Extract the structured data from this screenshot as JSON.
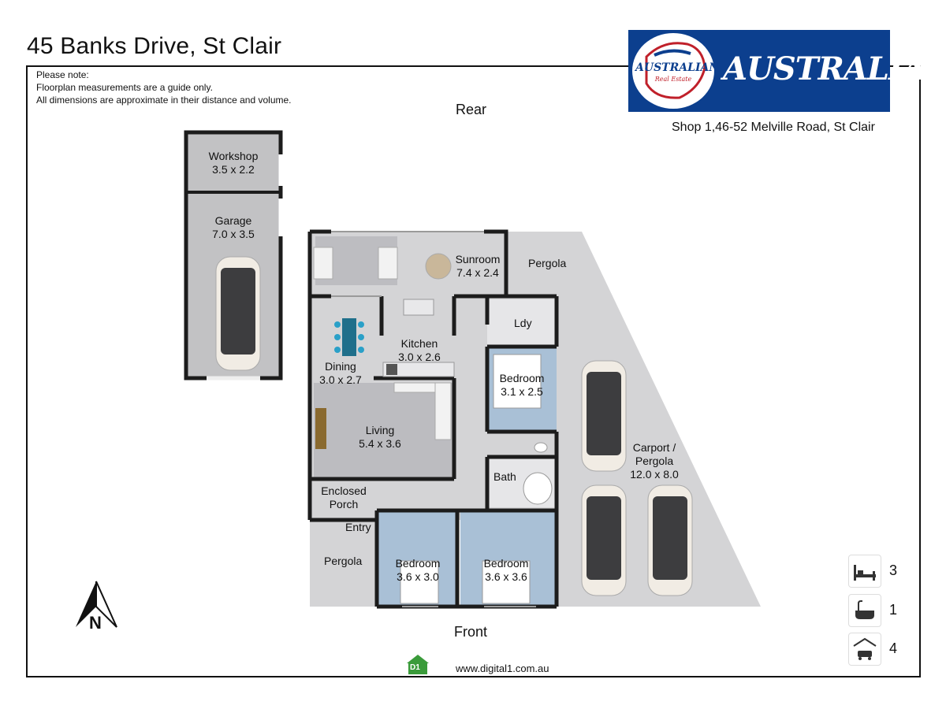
{
  "title": "45 Banks Drive, St Clair",
  "notes": [
    "Please note:",
    "Floorplan measurements are a guide only.",
    "All dimensions are approximate in their distance and volume."
  ],
  "agency": {
    "logo_text": "AUSTRALIAN",
    "logo_circle_text": "AUSTRALIAN",
    "logo_circle_subtext": "Real Estate",
    "address": "Shop 1,46-52 Melville Road, St Clair"
  },
  "orientation": {
    "rear": "Rear",
    "front": "Front",
    "north": "N"
  },
  "rooms": {
    "workshop": {
      "name": "Workshop",
      "dims": "3.5 x 2.2"
    },
    "garage": {
      "name": "Garage",
      "dims": "7.0 x 3.5"
    },
    "sunroom": {
      "name": "Sunroom",
      "dims": "7.4 x 2.4"
    },
    "pergola_rear": {
      "name": "Pergola"
    },
    "laundry": {
      "name": "Ldy"
    },
    "kitchen": {
      "name": "Kitchen",
      "dims": "3.0 x 2.6"
    },
    "dining": {
      "name": "Dining",
      "dims": "3.0 x 2.7"
    },
    "bedroom1": {
      "name": "Bedroom",
      "dims": "3.1 x 2.5"
    },
    "living": {
      "name": "Living",
      "dims": "5.4 x 3.6"
    },
    "carport": {
      "name": "Carport /",
      "name2": "Pergola",
      "dims": "12.0 x 8.0"
    },
    "bath": {
      "name": "Bath"
    },
    "porch": {
      "name": "Enclosed",
      "name2": "Porch"
    },
    "entry": {
      "name": "Entry"
    },
    "pergola_front": {
      "name": "Pergola"
    },
    "bedroom2": {
      "name": "Bedroom",
      "dims": "3.6 x 3.0"
    },
    "bedroom3": {
      "name": "Bedroom",
      "dims": "3.6 x 3.6"
    }
  },
  "summary": [
    {
      "icon": "bed-icon",
      "count": "3"
    },
    {
      "icon": "bath-icon",
      "count": "1"
    },
    {
      "icon": "car-icon",
      "count": "4"
    }
  ],
  "credit": {
    "badge": "D1",
    "text": "www.digital1.com.au"
  },
  "colors": {
    "floor": "#d4d4d6",
    "floor_dark": "#b4b4b8",
    "wall": "#1c1c1c",
    "bedroom_floor": "#a9c0d6",
    "logo_blue": "#0c3f8e",
    "credit_green": "#3a9b3a"
  }
}
